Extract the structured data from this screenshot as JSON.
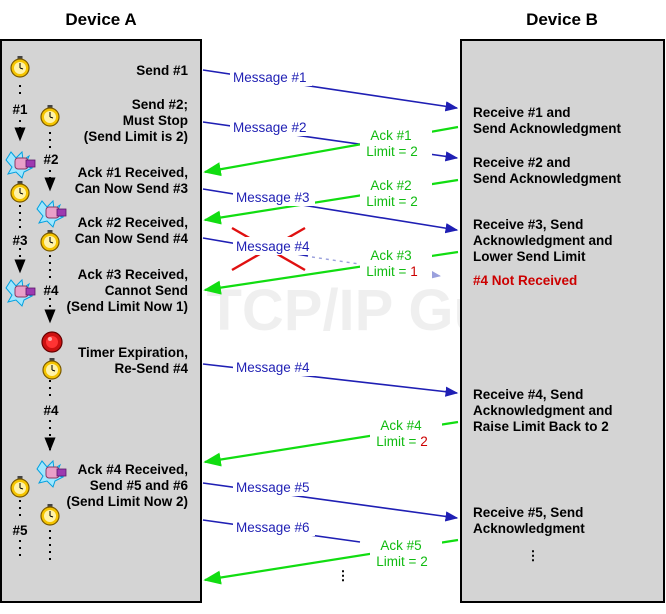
{
  "title_left": "Device A",
  "title_right": "Device B",
  "watermark": "The TCP/IP Guide",
  "colors": {
    "message": "#1f1fb4",
    "ack": "#11dd11",
    "lost": "#cc0000",
    "panel": "#d4d4d4"
  },
  "left_events": [
    [
      "Send #1"
    ],
    [
      "Send #2;",
      "Must Stop",
      "(Send Limit is 2)"
    ],
    [
      "Ack #1 Received,",
      "Can Now Send #3"
    ],
    [
      "Ack #2 Received,",
      "Can Now Send #4"
    ],
    [
      "Ack #3 Received,",
      "Cannot Send",
      "(Send Limit Now 1)"
    ],
    [
      "Timer Expiration,",
      "Re-Send #4"
    ],
    [
      "Ack #4 Received,",
      "Send #5 and #6",
      "(Send Limit Now 2)"
    ]
  ],
  "right_events": [
    [
      "Receive #1 and",
      "Send Acknowledgment"
    ],
    [
      "Receive #2 and",
      "Send Acknowledgment"
    ],
    [
      "Receive #3, Send",
      "Acknowledgment and",
      "Lower Send Limit"
    ],
    [
      "#4 Not Received"
    ],
    [
      "Receive #4, Send",
      "Acknowledgment and",
      "Raise Limit Back to 2"
    ],
    [
      "Receive #5, Send",
      "Acknowledgment"
    ]
  ],
  "messages": [
    "Message #1",
    "Message #2",
    "Message #3",
    "Message #4",
    "Message #4",
    "Message #5",
    "Message #6"
  ],
  "acks": [
    {
      "ack": "Ack #1",
      "limit_label": "Limit = ",
      "limit": "2"
    },
    {
      "ack": "Ack #2",
      "limit_label": "Limit = ",
      "limit": "2"
    },
    {
      "ack": "Ack #3",
      "limit_label": "Limit = ",
      "limit": "1"
    },
    {
      "ack": "Ack #4",
      "limit_label": "Limit = ",
      "limit": "2"
    },
    {
      "ack": "Ack #5",
      "limit_label": "Limit = ",
      "limit": "2"
    }
  ],
  "timeline_labels": [
    "#1",
    "#2",
    "#3",
    "#4",
    "#4",
    "#5"
  ],
  "ellipsis": "⋮",
  "icons": [
    "stopwatch-icon",
    "hand-icon",
    "alarm-icon"
  ]
}
